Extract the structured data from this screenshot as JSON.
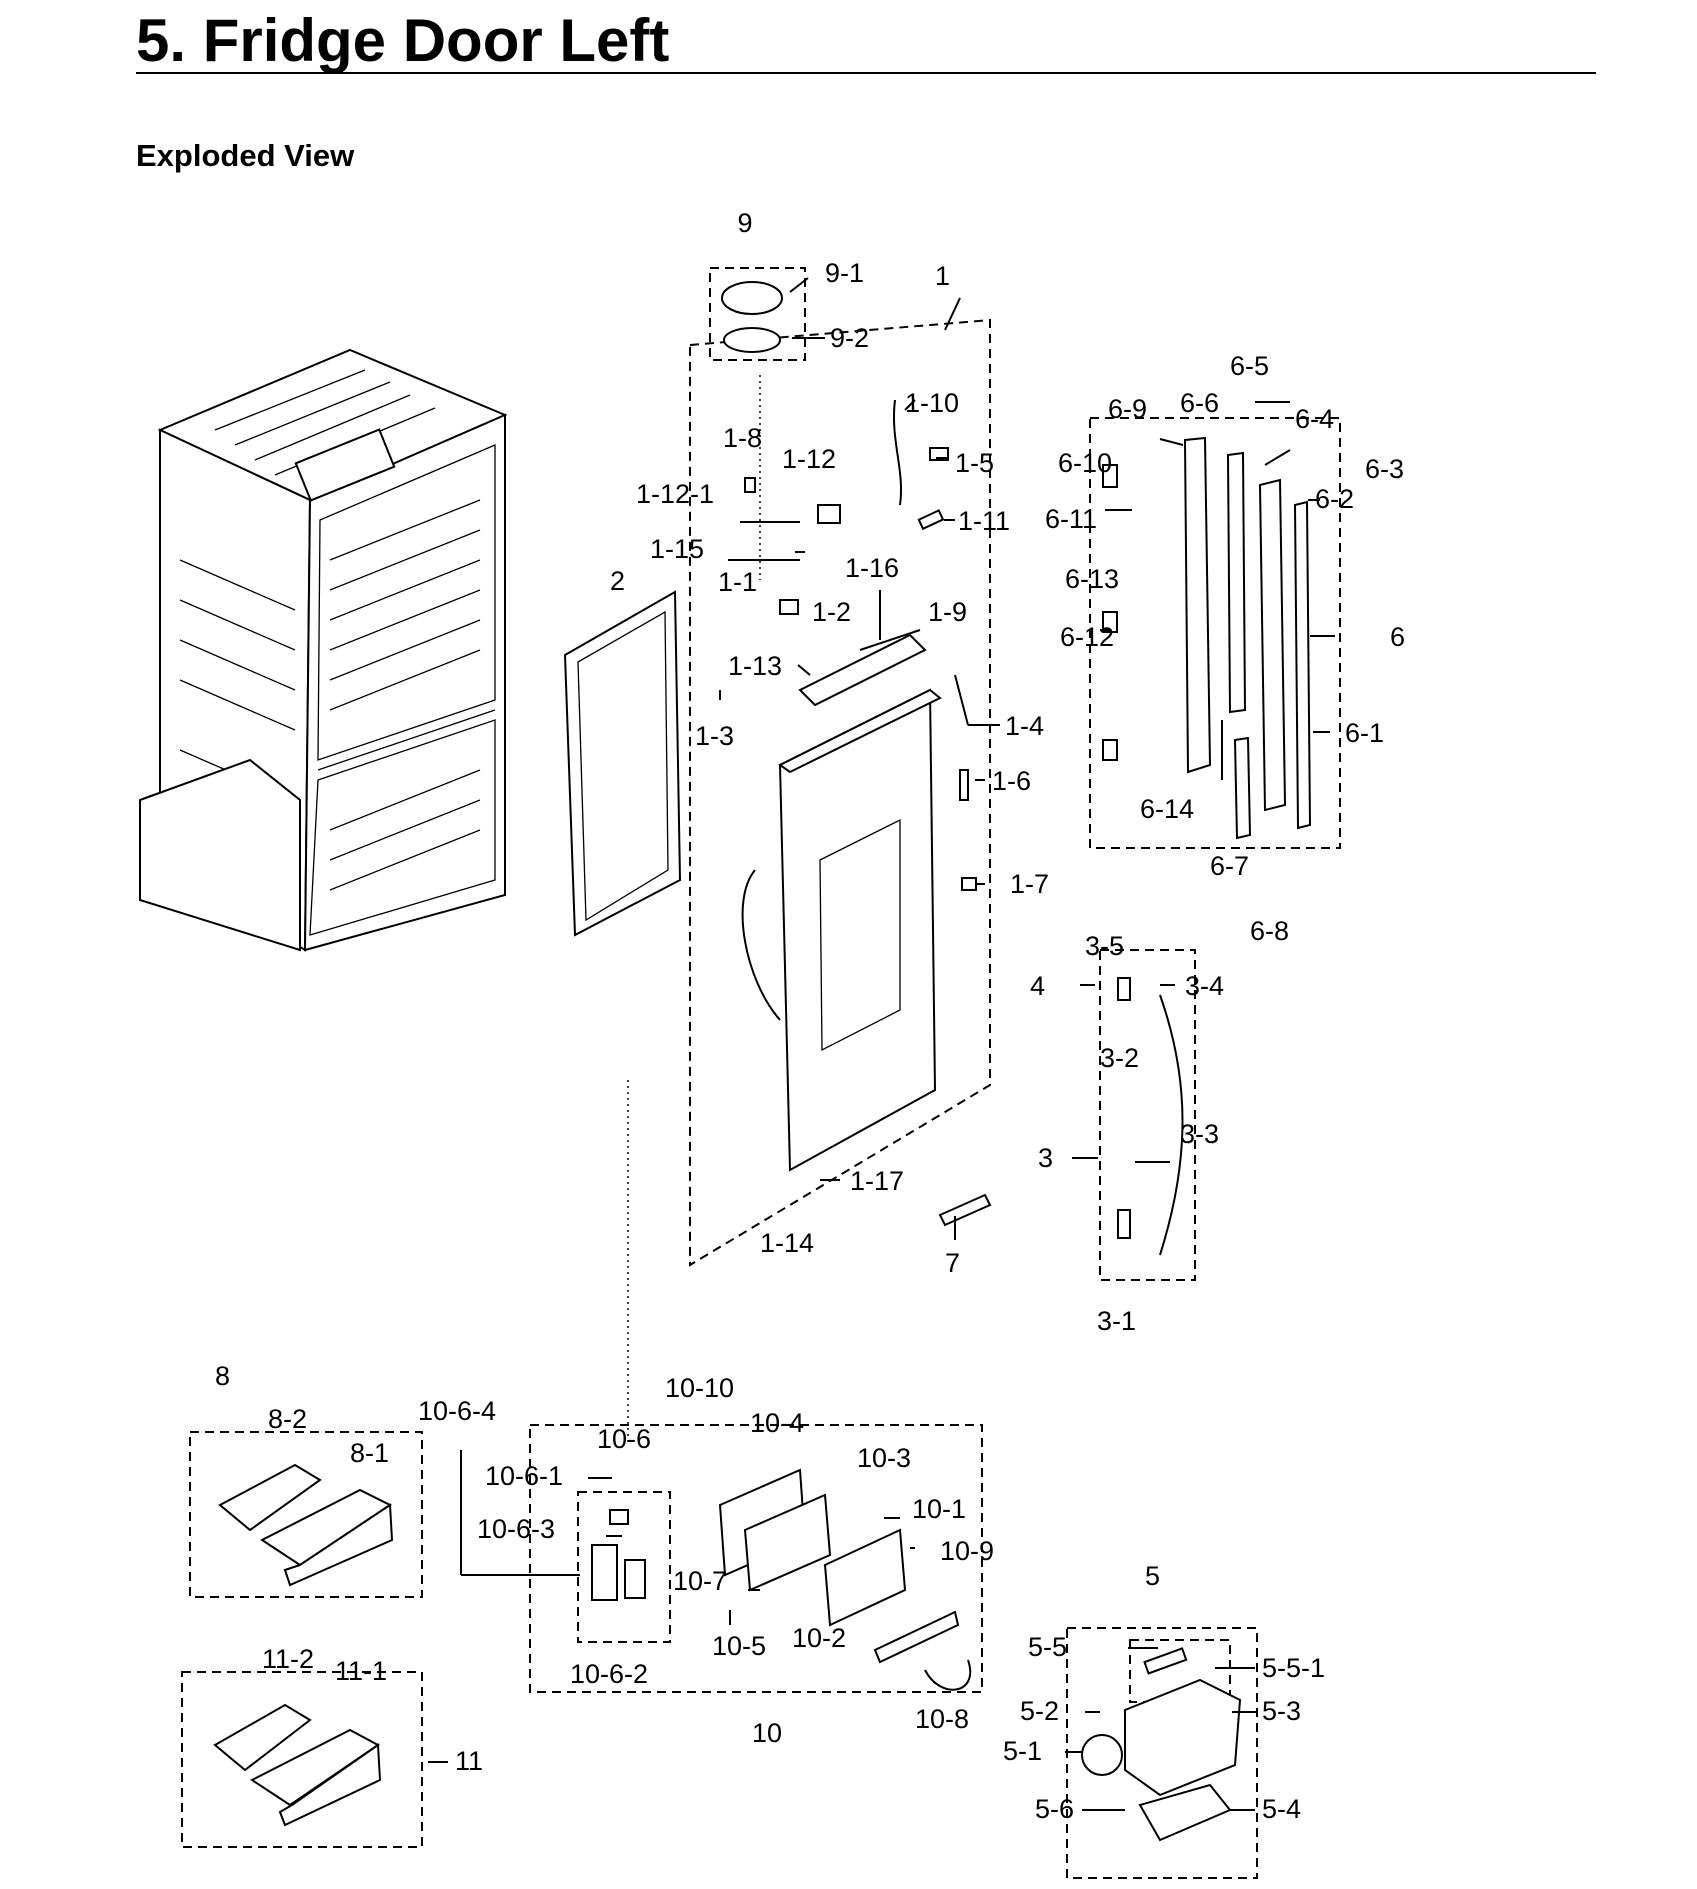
{
  "header": {
    "title": "5.  Fridge Door Left",
    "subtitle": "Exploded View"
  },
  "labels": [
    "9",
    "9-1",
    "9-2",
    "1",
    "1-10",
    "1-5",
    "1-11",
    "1-8",
    "1-12",
    "1-12-1",
    "1-15",
    "1-16",
    "1-1",
    "1-2",
    "1-9",
    "1-13",
    "1-3",
    "1-4",
    "1-6",
    "1-7",
    "1-17",
    "1-14",
    "2",
    "7",
    "6-5",
    "6-9",
    "6-6",
    "6-4",
    "6-3",
    "6-10",
    "6-2",
    "6-11",
    "6-13",
    "6",
    "6-12",
    "6-1",
    "6-14",
    "6-7",
    "6-8",
    "3-5",
    "4",
    "3-4",
    "3-2",
    "3-3",
    "3",
    "3-1",
    "8",
    "8-2",
    "8-1",
    "10-6-4",
    "10-10",
    "10-6",
    "10-4",
    "10-6-1",
    "10-3",
    "10-1",
    "10-6-3",
    "10-9",
    "10-7",
    "10-5",
    "10-2",
    "10-6-2",
    "10",
    "10-8",
    "5",
    "5-5",
    "5-5-1",
    "5-2",
    "5-3",
    "5-1",
    "5-6",
    "5-4",
    "11-2",
    "11-1",
    "11"
  ]
}
